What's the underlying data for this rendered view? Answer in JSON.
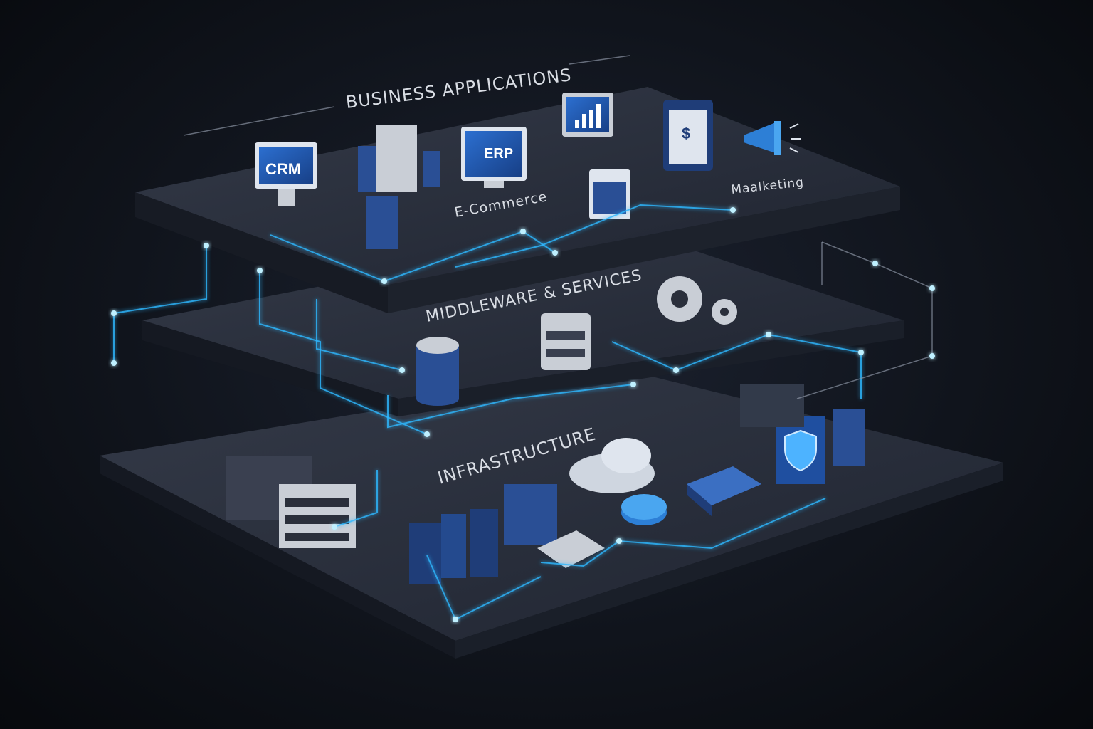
{
  "layers": {
    "business": {
      "title": "BUSINESS APPLICATIONS",
      "apps": {
        "crm": "CRM",
        "erp": "ERP",
        "ecommerce": "E-Commerce",
        "marketing": "Maalketing"
      }
    },
    "middleware": {
      "title": "MIDDLEWARE & SERVICES"
    },
    "infrastructure": {
      "title": "INFRASTRUCTURE"
    }
  },
  "colors": {
    "accent": "#2fb8ff",
    "slab": "#2a2f3b",
    "icon_blue": "#1e4f9c",
    "background": "#0b0f17"
  }
}
